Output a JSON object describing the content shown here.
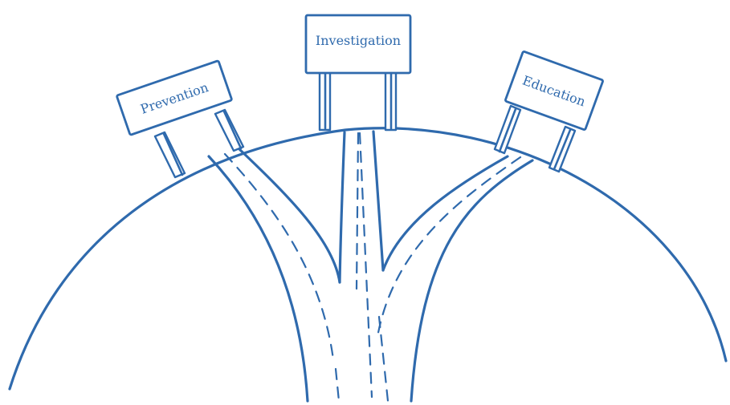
{
  "signs": {
    "prevention": "Prevention",
    "investigation": "Investigation",
    "education": "Education"
  },
  "colors": {
    "ink": "#2f6aad",
    "background": "#ffffff"
  }
}
